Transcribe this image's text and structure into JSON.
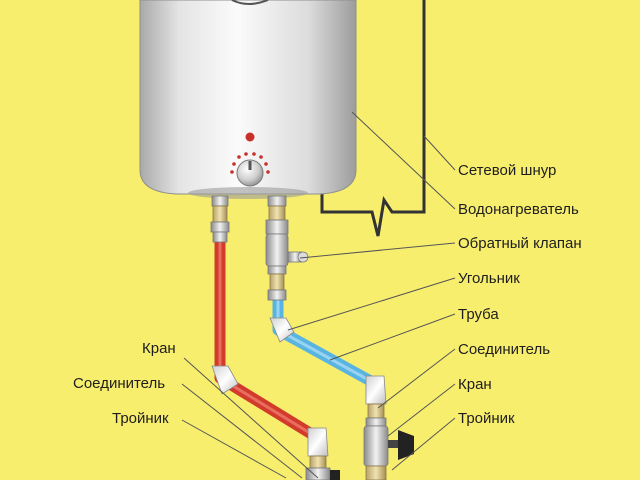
{
  "colors": {
    "background": "#f8ee6e",
    "hot_pipe": "#d23a2c",
    "cold_pipe": "#5ab4e2",
    "tank_body": "#e6e6e6",
    "wire": "#333333",
    "indicator": "#c8302a"
  },
  "labels": {
    "power_cord": "Сетевой шнур",
    "water_heater": "Водонагреватель",
    "check_valve": "Обратный клапан",
    "elbow": "Угольник",
    "pipe": "Труба",
    "connector_right": "Соединитель",
    "faucet_right": "Кран",
    "tee_right": "Тройник",
    "faucet_left": "Кран",
    "connector_left": "Соединитель",
    "tee_left": "Тройник"
  }
}
